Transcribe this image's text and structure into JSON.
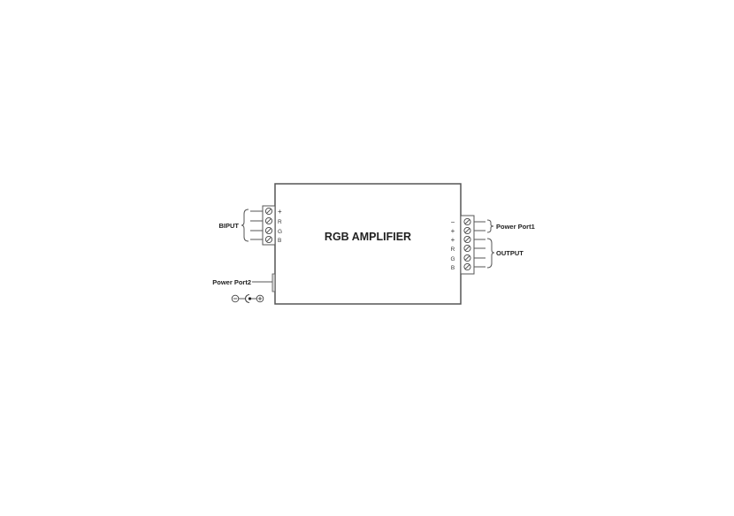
{
  "diagram": {
    "title": "RGB AMPLIFIER",
    "colors": {
      "line": "#555555",
      "text": "#222222",
      "background": "#ffffff"
    },
    "input": {
      "label": "BIPUT",
      "pins": [
        "+",
        "R",
        "G",
        "B"
      ]
    },
    "output": {
      "pins": [
        "−",
        "+",
        "+",
        "R",
        "G",
        "B"
      ],
      "groups": [
        {
          "label": "Power Port1",
          "pins": [
            0,
            1
          ]
        },
        {
          "label": "OUTPUT",
          "pins": [
            2,
            3,
            4,
            5
          ]
        }
      ]
    },
    "power_port2": {
      "label": "Power Port2",
      "symbol": {
        "negative": "⊖",
        "positive": "⊕"
      }
    }
  }
}
